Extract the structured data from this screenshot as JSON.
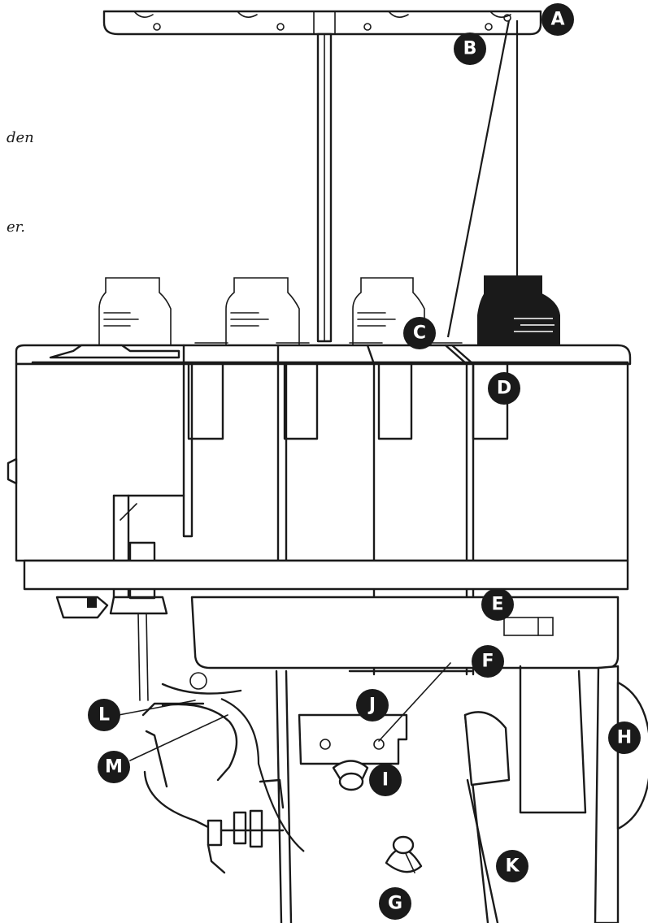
{
  "side_text": [
    "den",
    "er."
  ],
  "callouts": [
    {
      "id": "a",
      "label": "A"
    },
    {
      "id": "b",
      "label": "B"
    },
    {
      "id": "c",
      "label": "C"
    },
    {
      "id": "d",
      "label": "D"
    },
    {
      "id": "e",
      "label": "E"
    },
    {
      "id": "f",
      "label": "F"
    },
    {
      "id": "g",
      "label": "G"
    },
    {
      "id": "h",
      "label": "H"
    },
    {
      "id": "i",
      "label": "I"
    },
    {
      "id": "j",
      "label": "J"
    },
    {
      "id": "k",
      "label": "K"
    },
    {
      "id": "l",
      "label": "L"
    },
    {
      "id": "m",
      "label": "M"
    }
  ],
  "colors": {
    "ink": "#1a1a1a",
    "paper": "#ffffff"
  }
}
